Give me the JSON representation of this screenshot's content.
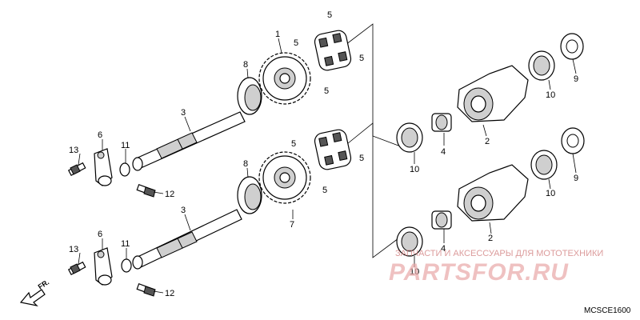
{
  "diagram": {
    "code": "MCSCE1600",
    "front_label": "FR.",
    "watermark_caption": "ЗАПЧАСТИ И АКСЕССУАРЫ ДЛЯ МОТОТЕХНИКИ",
    "watermark_logo": "PARTSFOR.RU"
  },
  "callouts": {
    "top": {
      "c1": "1",
      "c5a": "5",
      "c5b": "5",
      "c5c": "5",
      "c5d": "5",
      "c8": "8",
      "c3": "3",
      "c6": "6",
      "c13": "13",
      "c11": "11",
      "c12": "12",
      "c10a": "10",
      "c4": "4",
      "c2": "2",
      "c10b": "10",
      "c9": "9"
    },
    "bottom": {
      "c5a": "5",
      "c5b": "5",
      "c5c": "5",
      "c8": "8",
      "c7": "7",
      "c3": "3",
      "c6": "6",
      "c13": "13",
      "c11": "11",
      "c12": "12",
      "c10a": "10",
      "c4": "4",
      "c2": "2",
      "c10b": "10",
      "c9": "9"
    }
  }
}
